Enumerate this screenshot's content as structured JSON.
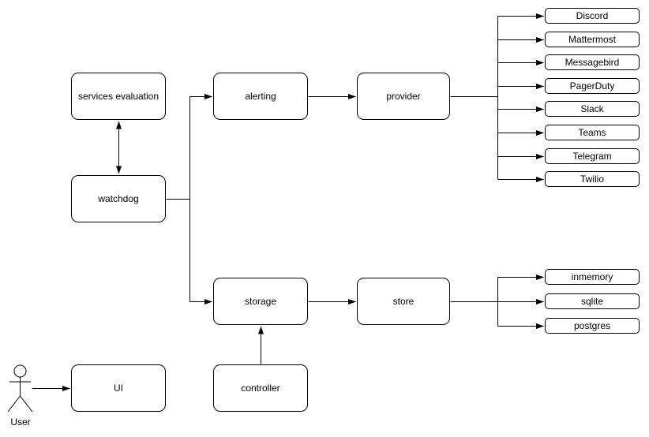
{
  "nodes": {
    "services_evaluation": "services evaluation",
    "watchdog": "watchdog",
    "alerting": "alerting",
    "provider": "provider",
    "storage": "storage",
    "store": "store",
    "ui": "UI",
    "controller": "controller"
  },
  "providers": [
    "Discord",
    "Mattermost",
    "Messagebird",
    "PagerDuty",
    "Slack",
    "Teams",
    "Telegram",
    "Twilio"
  ],
  "stores": [
    "inmemory",
    "sqlite",
    "postgres"
  ],
  "actor": {
    "label": "User"
  },
  "edges": [
    {
      "from": "watchdog",
      "to": "services_evaluation",
      "direction": "both"
    },
    {
      "from": "watchdog",
      "to": "alerting",
      "direction": "forward"
    },
    {
      "from": "watchdog",
      "to": "storage",
      "direction": "forward"
    },
    {
      "from": "alerting",
      "to": "provider",
      "direction": "forward"
    },
    {
      "from": "provider",
      "to": "Discord",
      "direction": "forward"
    },
    {
      "from": "provider",
      "to": "Mattermost",
      "direction": "forward"
    },
    {
      "from": "provider",
      "to": "Messagebird",
      "direction": "forward"
    },
    {
      "from": "provider",
      "to": "PagerDuty",
      "direction": "forward"
    },
    {
      "from": "provider",
      "to": "Slack",
      "direction": "forward"
    },
    {
      "from": "provider",
      "to": "Teams",
      "direction": "forward"
    },
    {
      "from": "provider",
      "to": "Telegram",
      "direction": "forward"
    },
    {
      "from": "provider",
      "to": "Twilio",
      "direction": "forward"
    },
    {
      "from": "storage",
      "to": "store",
      "direction": "forward"
    },
    {
      "from": "store",
      "to": "inmemory",
      "direction": "forward"
    },
    {
      "from": "store",
      "to": "sqlite",
      "direction": "forward"
    },
    {
      "from": "store",
      "to": "postgres",
      "direction": "forward"
    },
    {
      "from": "controller",
      "to": "storage",
      "direction": "forward"
    },
    {
      "from": "ui",
      "to": "controller",
      "direction": "forward"
    },
    {
      "from": "User",
      "to": "ui",
      "direction": "forward"
    }
  ],
  "colors": {
    "stroke": "#000000",
    "fill": "#ffffff",
    "text": "#000000",
    "canvas": "#ffffff"
  }
}
